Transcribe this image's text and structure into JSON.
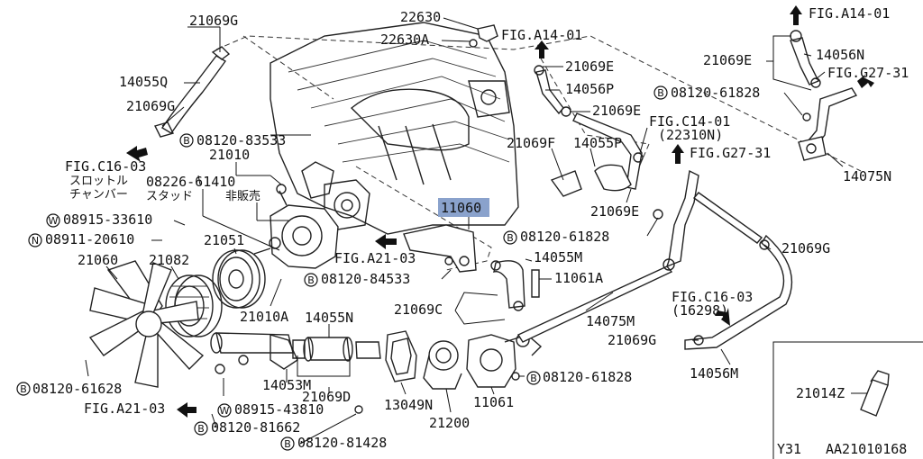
{
  "diagram_id": "AA21010168",
  "inset_label": "Y31",
  "highlighted_part": "11060",
  "labels": {
    "p21069G_tl": "21069G",
    "p14055Q": "14055Q",
    "p21069G_l2": "21069G",
    "figC16_03_a": "FIG.C16-03",
    "jp_throttle": "スロットル",
    "jp_chamber": "チャンバー",
    "p08120_83533": "08120-83533",
    "p21010": "21010",
    "p08226_61410": "08226-61410",
    "jp_stud": "スタッド",
    "jp_nonsale": "非販売",
    "p08915_33610": "08915-33610",
    "p08911_20610": "08911-20610",
    "p21051": "21051",
    "p21060": "21060",
    "p21082": "21082",
    "p21010A": "21010A",
    "p08120_61628": "08120-61628",
    "figA21_03_b": "FIG.A21-03",
    "p14053M": "14053M",
    "p14055N": "14055N",
    "p21069D": "21069D",
    "p08915_43810": "08915-43810",
    "p08120_81662": "08120-81662",
    "p08120_81428": "08120-81428",
    "p13049N": "13049N",
    "p21200": "21200",
    "p11061": "11061",
    "p08120_61828_b": "08120-61828",
    "p21069C": "21069C",
    "p14055M": "14055M",
    "p11061A": "11061A",
    "p14075M": "14075M",
    "p08120_84533": "08120-84533",
    "figA21_03_a": "FIG.A21-03",
    "p11060": "11060",
    "p08120_61828_a": "08120-61828",
    "p22630": "22630",
    "p22630A": "22630A",
    "figA14_01_a": "FIG.A14-01",
    "p21069E_a": "21069E",
    "p14056P": "14056P",
    "p21069E_b": "21069E",
    "figC14_01": "FIG.C14-01",
    "p22310N": "(22310N)",
    "p21069F": "21069F",
    "p14055P": "14055P",
    "figG27_31_a": "FIG.G27-31",
    "p21069E_c": "21069E",
    "p21069G_r": "21069G",
    "figC16_03_b": "FIG.C16-03",
    "p16298": "(16298)",
    "p21069G_r2": "21069G",
    "p14056M": "14056M",
    "figA14_01_b": "FIG.A14-01",
    "p21069E_d": "21069E",
    "p14056N": "14056N",
    "figG27_31_b": "FIG.G27-31",
    "p08120_61828_c": "08120-61828",
    "p14075N": "14075N",
    "p21014Z": "21014Z"
  },
  "circle_markers": {
    "B": "B",
    "W": "W",
    "N": "N"
  }
}
